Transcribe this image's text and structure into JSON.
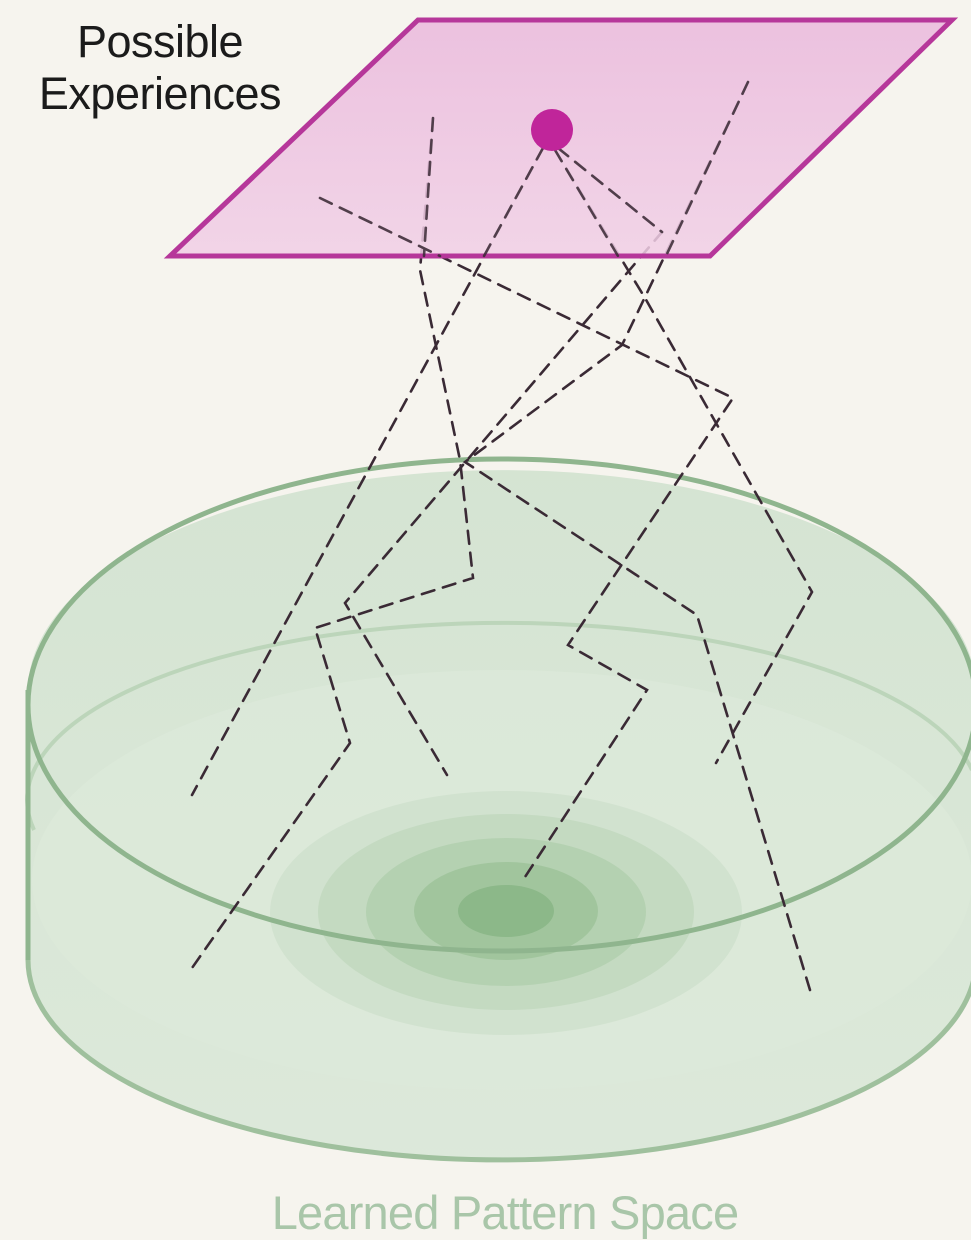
{
  "labels": {
    "plane_line1": "Possible",
    "plane_line2": "Experiences",
    "space": "Learned Pattern Space"
  },
  "colors": {
    "background": "#f6f4ee",
    "plane_fill": "#ecbfe0",
    "plane_stroke": "#b6379a",
    "dot": "#c0259a",
    "basin_fill": "#d6e5d4",
    "basin_stroke": "#8fb58e",
    "trajectory": "#3a2a35"
  }
}
